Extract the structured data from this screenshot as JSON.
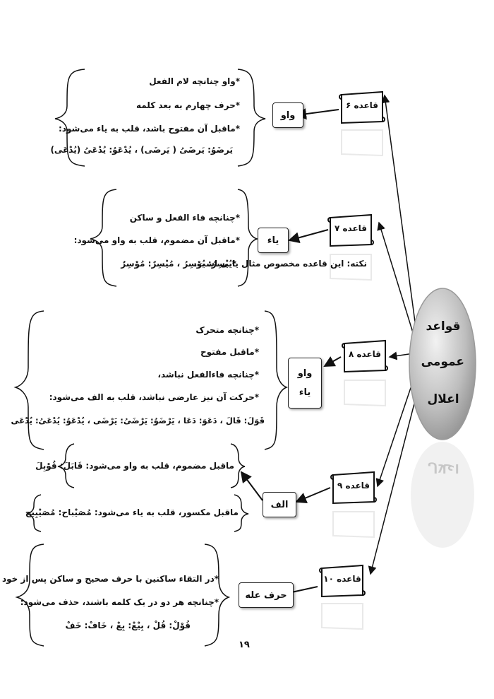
{
  "main_topic": {
    "line1": "قواعد",
    "line2": "عمومی",
    "line3": "اعلال"
  },
  "rules": [
    {
      "label": "قاعده ۶"
    },
    {
      "label": "قاعده ۷"
    },
    {
      "label": "قاعده ۸"
    },
    {
      "label": "قاعده ۹"
    },
    {
      "label": "قاعده ۱۰"
    }
  ],
  "letters": {
    "r6": "واو",
    "r7": "یاء",
    "r8_line1": "واو",
    "r8_line2": "یاء",
    "r9": "الف",
    "r10": "حرف عله"
  },
  "r6_text": [
    "*واو چنانچه لام الفعل",
    "*حرف چهارم به بعد کلمه",
    "*ماقبل آن مفتوح باشد، قلب به یاء می‌شود:",
    "یَرضَوُ: یَرضَیُ ( یَرضَی) ، یُدْعَوُ: یُدْعَیُ (یُدْعَی)"
  ],
  "r7_text": [
    "*چنانچه فاء الفعل و ساکن",
    "*ماقبل آن مضموم، قلب به واو می‌شود:",
    "*یُیْسِرُ: یُوْسِرُ ، مُیْسِرٌ: مُوْسِرٌ"
  ],
  "r7_note": "نکته: این قاعده مخصوص مثال یایی است.",
  "r8_text": [
    "*چنانچه متحرک",
    "*ماقبل مفتوح",
    "*چنانچه فاءالفعل نباشد،",
    "*حرکت آن نیز عارضی نباشد، قلب به الف می‌شود:",
    "قَوَلَ: قَالَ ، دَعَوَ: دَعَا ، یَرْضَوُ: یَرْضَیُ: یَرْضَی ، یُدْعَوُ: یُدْعَیُ: یُدْعَی"
  ],
  "r9_text": [
    "ماقبل مضموم، قلب به واو می‌شود: قَابَلَ: قُوْبِلَ",
    "ماقبل مکسور، قلب به یاء می‌شود: مُصَیْباح: مُصَیْبِیح"
  ],
  "r10_text": [
    "*در التقاء ساکنین با حرف صحیح و ساکن پس از خود",
    "*چنانچه هر دو در یک کلمه باشند، حذف می‌شود:",
    "قُوْلْ: قُلْ ، بِیْعْ: بِعْ ، خَافْ: خَفْ"
  ],
  "page_number": "۱۹"
}
